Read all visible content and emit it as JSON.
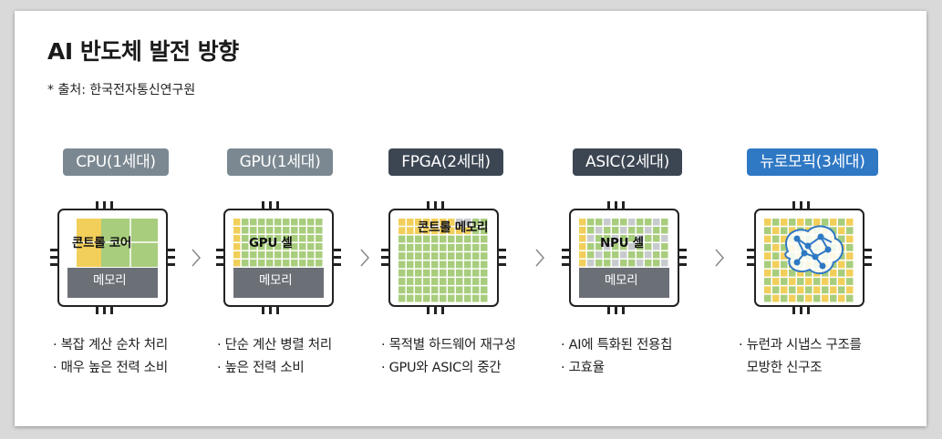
{
  "title": "AI 반도체 발전 방향",
  "source": "* 출처: 한국전자통신연구원",
  "colors": {
    "gray_badge": "#7b8891",
    "dark_badge": "#3c4653",
    "blue_badge": "#2f78c4",
    "yellow_cell": "#f2cf5b",
    "green_cell": "#a8cd7d",
    "gray_cell": "#c8cbce",
    "memory_block": "#6b7077"
  },
  "generations": [
    {
      "badge": "CPU(1세대)",
      "badge_style": "gray",
      "chip_labels": [
        "콘트롤 코어",
        "메모리"
      ],
      "desc": [
        "· 복잡 계산 순차 처리",
        "· 매우 높은 전력 소비"
      ]
    },
    {
      "badge": "GPU(1세대)",
      "badge_style": "gray",
      "chip_labels": [
        "GPU 셀",
        "메모리"
      ],
      "desc": [
        "· 단순 계산 병렬 처리",
        "· 높은 전력 소비"
      ]
    },
    {
      "badge": "FPGA(2세대)",
      "badge_style": "dark",
      "chip_labels": [
        "콘트롤 메모리"
      ],
      "desc": [
        "· 목적별 하드웨어 재구성",
        "· GPU와 ASIC의 중간"
      ]
    },
    {
      "badge": "ASIC(2세대)",
      "badge_style": "dark",
      "chip_labels": [
        "NPU 셀",
        "메모리"
      ],
      "desc": [
        "· AI에 특화된 전용칩",
        "· 고효율"
      ]
    },
    {
      "badge": "뉴로모픽(3세대)",
      "badge_style": "blue",
      "chip_labels": [],
      "desc": [
        "· 뉴런과 시냅스 구조를",
        "  모방한 신구조"
      ]
    }
  ],
  "arrow_icon": "chevron-right-icon"
}
